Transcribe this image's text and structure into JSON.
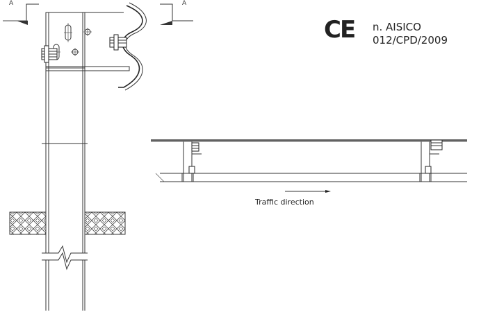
{
  "section_labels": {
    "left": "A",
    "right": "A"
  },
  "ce_mark": "CE",
  "certificate": {
    "line1": "n. AISICO",
    "line2": "012/CPD/2009"
  },
  "traffic_label": "Traffic direction",
  "colors": {
    "line": "#333333",
    "hatch": "#444444",
    "background": "#ffffff"
  }
}
